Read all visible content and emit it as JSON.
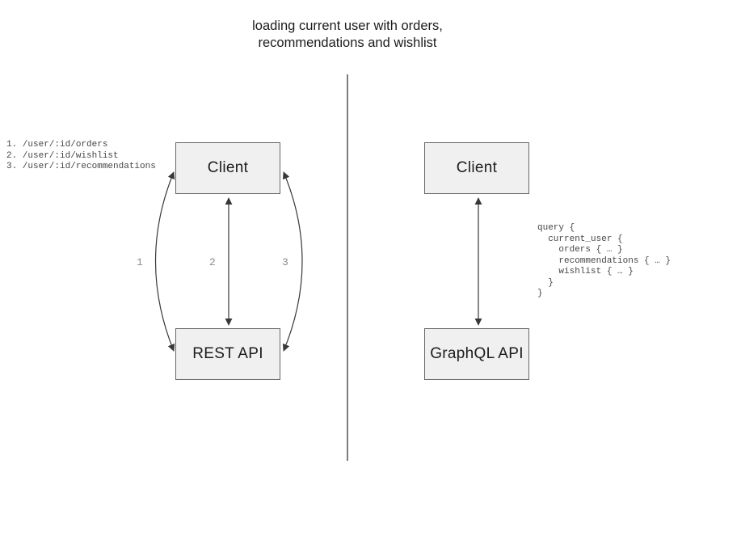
{
  "title": {
    "text": "loading current user with orders,\nrecommendations and wishlist"
  },
  "rest_panel": {
    "endpoints": "1. /user/:id/orders\n2. /user/:id/wishlist\n3. /user/:id/recommendations",
    "client_label": "Client",
    "api_label": "REST API",
    "arrow_labels": [
      "1",
      "2",
      "3"
    ]
  },
  "graphql_panel": {
    "client_label": "Client",
    "api_label": "GraphQL API",
    "query": "query {\n  current_user {\n    orders { … }\n    recommendations { … }\n    wishlist { … }\n  }\n}"
  },
  "colors": {
    "text": "#1c1c1c",
    "box_fill": "#f0f0f0",
    "box_border": "#676767",
    "arrow": "#383838",
    "arrow_label": "#8c8c8c",
    "code": "#474747",
    "divider": "#7d7d7d"
  }
}
